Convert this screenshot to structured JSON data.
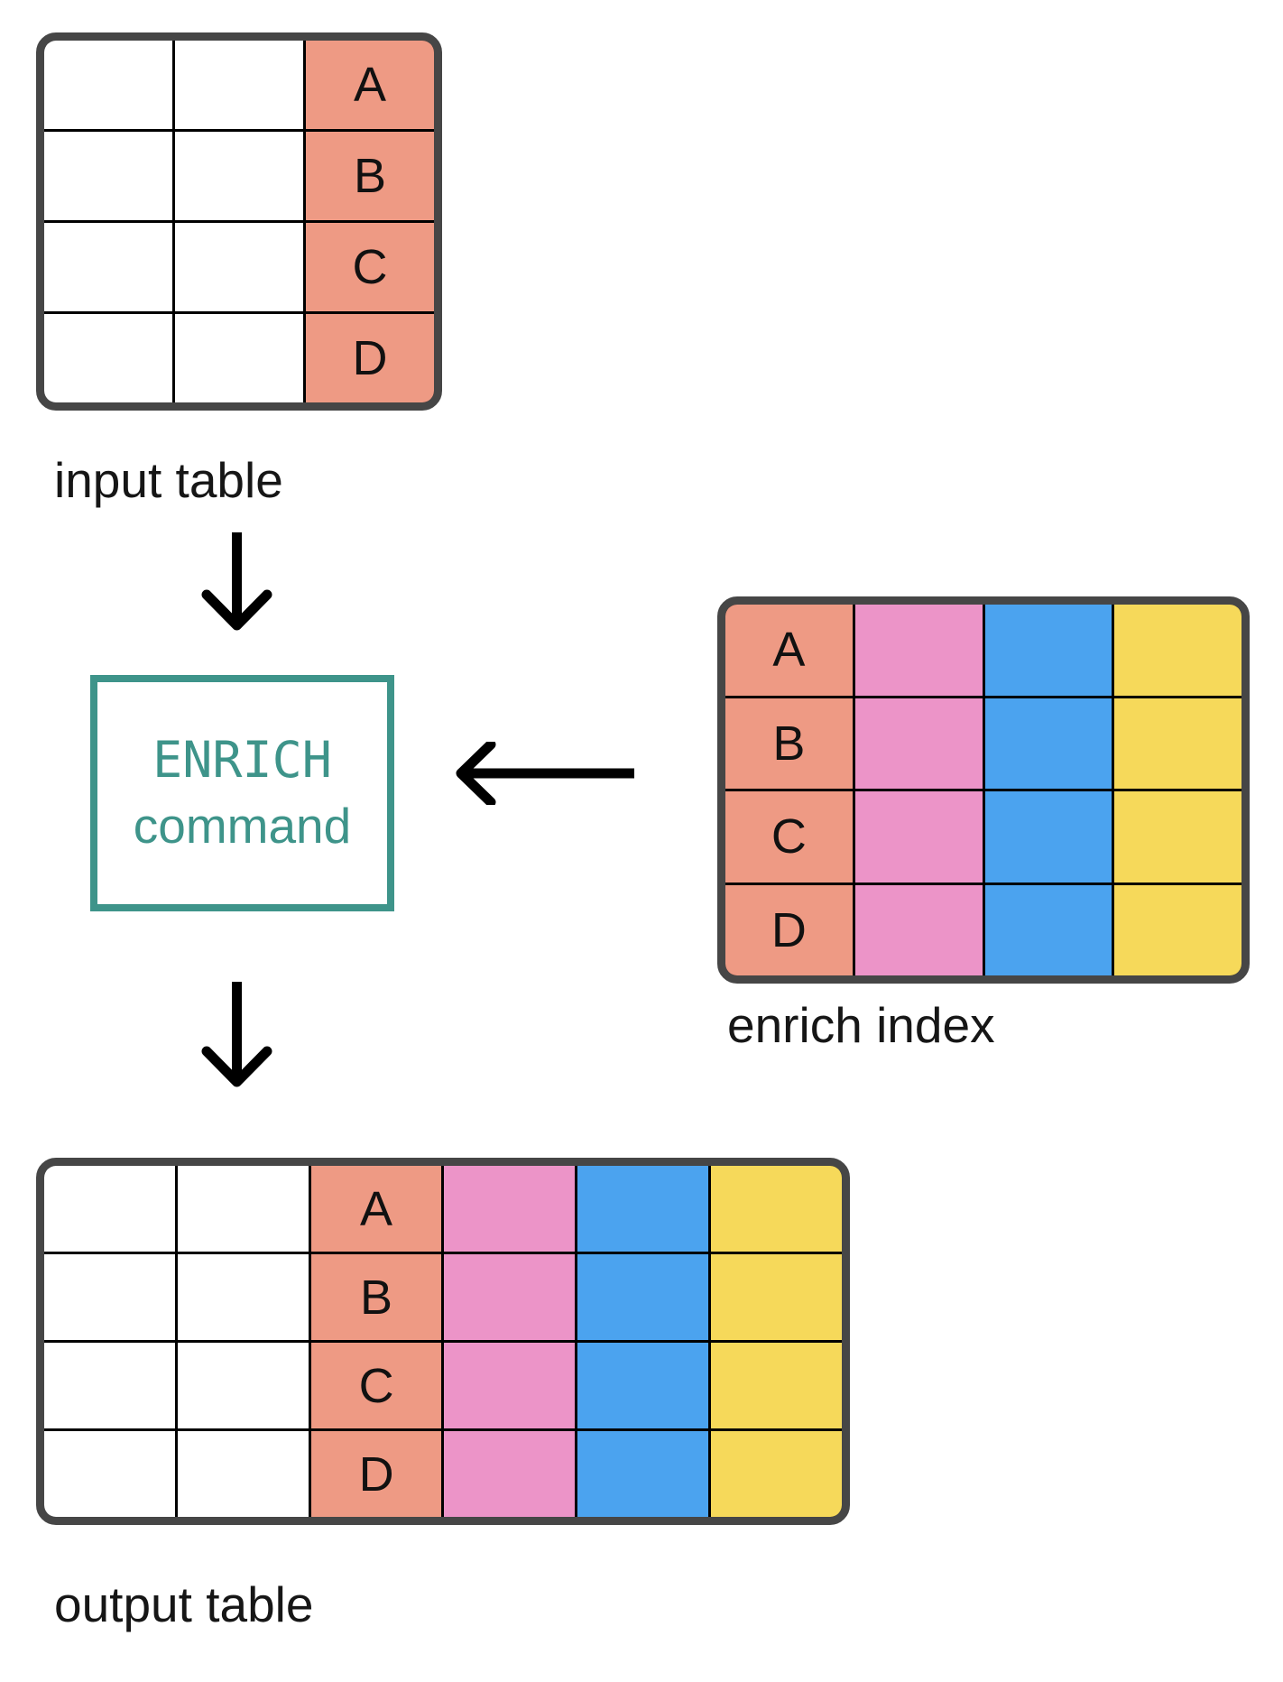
{
  "colors": {
    "salmon": "#EE9A84",
    "pink": "#EC94C8",
    "blue": "#4BA3EF",
    "yellow": "#F6D95A",
    "white": "#FFFFFF",
    "teal": "#3E948A",
    "arrow": "#000000",
    "table_border": "#464646",
    "grid_line": "#000000"
  },
  "enrich_command": {
    "line1": "ENRICH",
    "line2": "command"
  },
  "tables": {
    "input": {
      "label": "input table",
      "rows": 4,
      "columns": [
        {
          "fill": "white"
        },
        {
          "fill": "white"
        },
        {
          "fill": "salmon",
          "labels": [
            "A",
            "B",
            "C",
            "D"
          ]
        }
      ]
    },
    "enrich_index": {
      "label": "enrich index",
      "rows": 4,
      "columns": [
        {
          "fill": "salmon",
          "labels": [
            "A",
            "B",
            "C",
            "D"
          ]
        },
        {
          "fill": "pink"
        },
        {
          "fill": "blue"
        },
        {
          "fill": "yellow"
        }
      ]
    },
    "output": {
      "label": "output table",
      "rows": 4,
      "columns": [
        {
          "fill": "white"
        },
        {
          "fill": "white"
        },
        {
          "fill": "salmon",
          "labels": [
            "A",
            "B",
            "C",
            "D"
          ]
        },
        {
          "fill": "pink"
        },
        {
          "fill": "blue"
        },
        {
          "fill": "yellow"
        }
      ]
    }
  },
  "arrows": [
    {
      "name": "arrow-input-to-command",
      "direction": "down"
    },
    {
      "name": "arrow-index-to-command",
      "direction": "left"
    },
    {
      "name": "arrow-command-to-output",
      "direction": "down"
    }
  ]
}
